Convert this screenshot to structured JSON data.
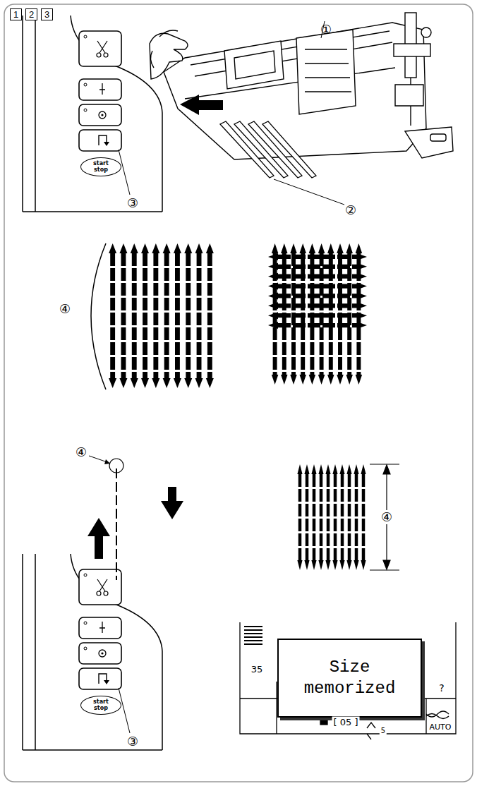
{
  "diagram": {
    "nodes": [
      {
        "text": [
          "1"
        ]
      },
      {
        "text": [
          "2"
        ]
      },
      {
        "text": [
          "3"
        ]
      },
      {
        "text": [
          "start stop"
        ]
      },
      {
        "text": [
          "start stop"
        ]
      },
      {
        "text": [
          "Size memorized"
        ]
      }
    ],
    "labels": [
      "①",
      "②",
      "③",
      "④",
      "④",
      "④",
      "③",
      "35",
      "?",
      "AUTO",
      "[ 05 ]",
      "5"
    ]
  }
}
